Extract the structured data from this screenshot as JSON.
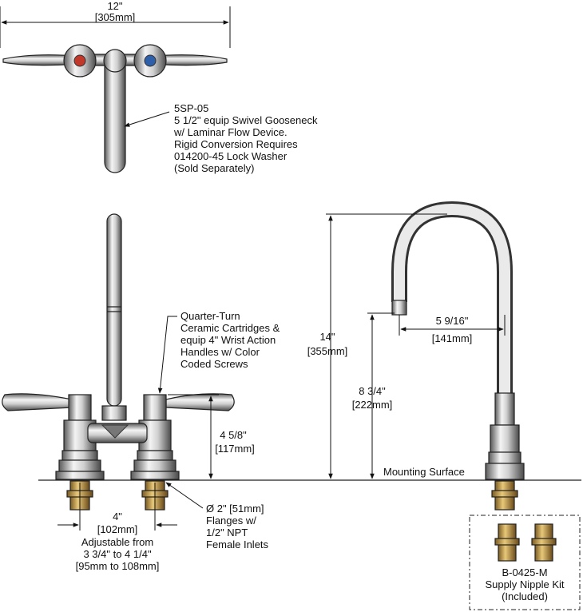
{
  "dimensions": {
    "overall_width": {
      "imperial": "12\"",
      "metric": "[305mm]"
    },
    "mount_height": {
      "imperial": "4 5/8\"",
      "metric": "[117mm]"
    },
    "overall_height": {
      "imperial": "14\"",
      "metric": "[355mm]"
    },
    "spout_height": {
      "imperial": "8 3/4\"",
      "metric": "[222mm]"
    },
    "spout_reach": {
      "imperial": "5 9/16\"",
      "metric": "[141mm]"
    },
    "centers": {
      "imperial": "4\"",
      "metric": "[102mm]",
      "line1": "Adjustable from",
      "line2": "3 3/4\" to 4 1/4\"",
      "line3": "[95mm to 108mm]"
    }
  },
  "callouts": {
    "gooseneck": [
      "5SP-05",
      "5 1/2\" equip Swivel Gooseneck",
      "w/ Laminar Flow Device.",
      "Rigid Conversion Requires",
      "014200-45 Lock Washer",
      "(Sold Separately)"
    ],
    "cartridges": [
      "Quarter-Turn",
      "Ceramic Cartridges &",
      "equip 4\" Wrist Action",
      "Handles w/ Color",
      "Coded Screws"
    ],
    "flanges": [
      "Ø 2\" [51mm]",
      "Flanges w/",
      "1/2\" NPT",
      "Female Inlets"
    ],
    "surface": "Mounting Surface",
    "kit": [
      "B-0425-M",
      "Supply Nipple Kit",
      "(Included)"
    ]
  },
  "colors": {
    "metal_dark": "#5a5a5a",
    "metal_light": "#f4f4f4",
    "brass": "#c8a050",
    "hot_screw": "#c0392b",
    "cold_screw": "#2e5fa8"
  }
}
